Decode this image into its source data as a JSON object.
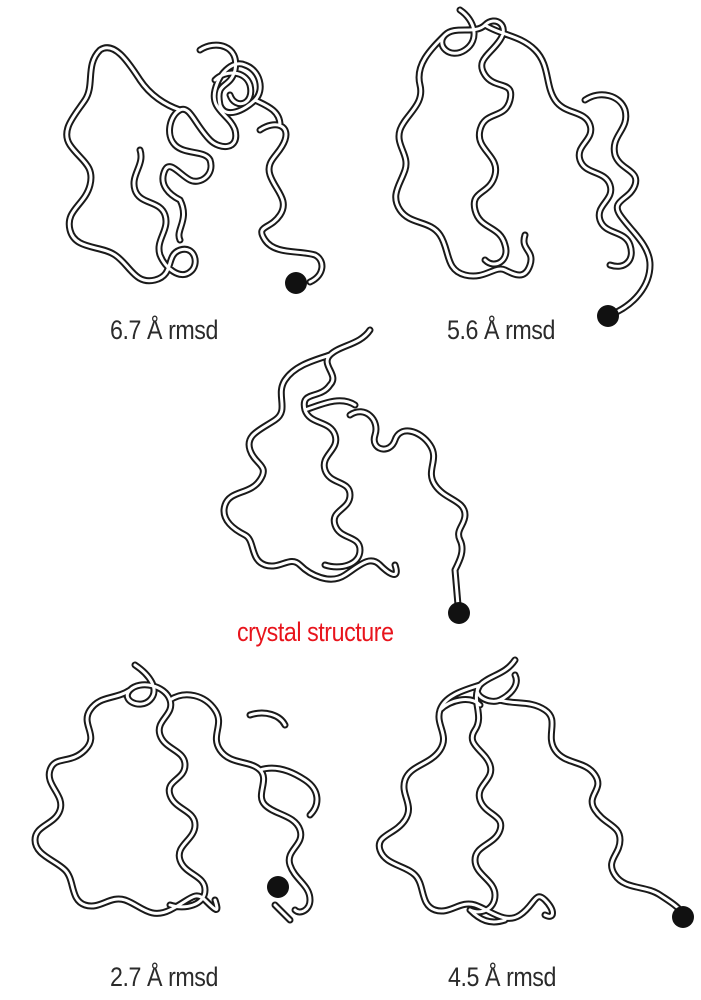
{
  "panels": [
    {
      "id": "top-left",
      "label": "6.7 Å rmsd",
      "color": "#2b2b2b"
    },
    {
      "id": "top-right",
      "label": "5.6 Å rmsd",
      "color": "#2b2b2b"
    },
    {
      "id": "center",
      "label": "crystal structure",
      "color": "#e8141c"
    },
    {
      "id": "bottom-left",
      "label": "2.7 Å rmsd",
      "color": "#2b2b2b"
    },
    {
      "id": "bottom-right",
      "label": "4.5 Å rmsd",
      "color": "#2b2b2b"
    }
  ],
  "colors": {
    "tube_outline": "#1a1a1a",
    "tube_fill": "#ffffff",
    "terminus": "#111111"
  }
}
